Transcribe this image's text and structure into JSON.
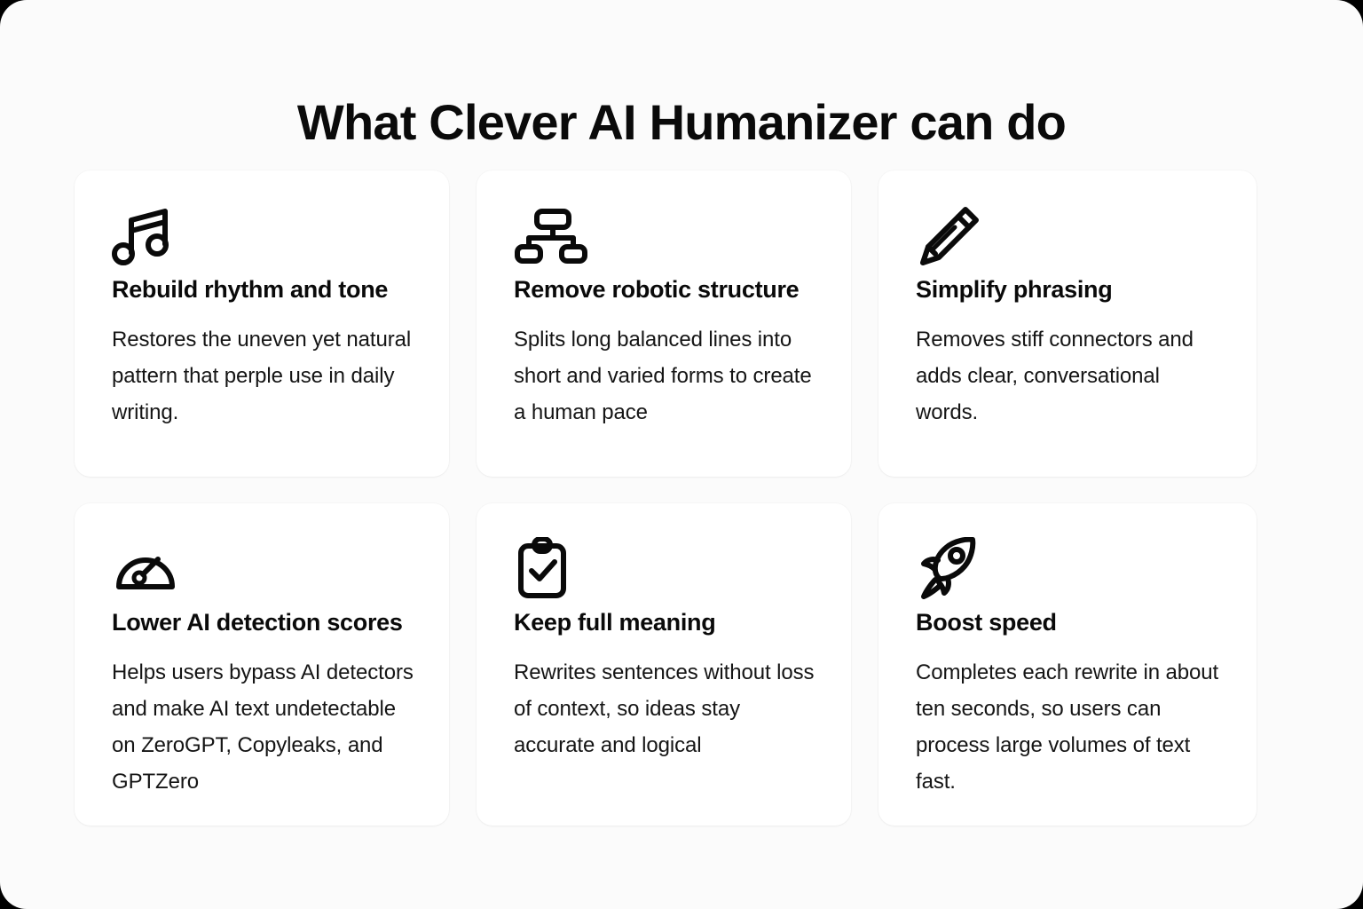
{
  "page": {
    "title": "What Clever AI Humanizer can do",
    "background_color": "#fbfbfb",
    "card_color": "#ffffff",
    "text_color": "#0a0a0a"
  },
  "cards": [
    {
      "icon": "music-note-icon",
      "title": "Rebuild rhythm and tone",
      "description": "Restores the uneven yet natural pattern that perple use in daily writing."
    },
    {
      "icon": "hierarchy-icon",
      "title": "Remove robotic structure",
      "description": "Splits long balanced lines into short and varied forms to create a human pace"
    },
    {
      "icon": "pencil-icon",
      "title": "Simplify phrasing",
      "description": "Removes stiff connectors and adds clear, conversational words."
    },
    {
      "icon": "gauge-icon",
      "title": "Lower AI detection scores",
      "description": "Helps users bypass AI detectors and make AI text undetectable on ZeroGPT, Copyleaks, and GPTZero"
    },
    {
      "icon": "clipboard-check-icon",
      "title": "Keep full meaning",
      "description": "Rewrites sentences without loss of context, so ideas stay accurate and logical"
    },
    {
      "icon": "rocket-icon",
      "title": "Boost speed",
      "description": "Completes each rewrite in about ten seconds, so users can process large volumes of text fast."
    }
  ]
}
